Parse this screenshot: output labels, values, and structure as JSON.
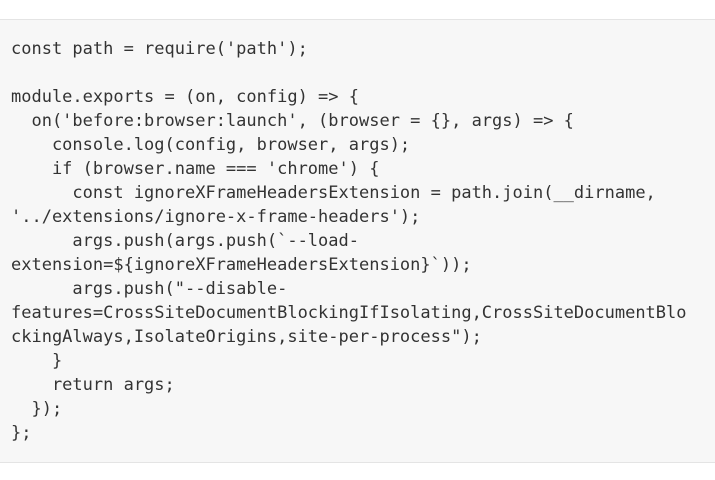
{
  "colors": {
    "page_background": "#ffffff",
    "block_background": "#f7f7f7",
    "block_border": "#e4e4e4",
    "code_text": "#333333"
  },
  "code": {
    "lines": [
      "const path = require('path');",
      "",
      "module.exports = (on, config) => {",
      "  on('before:browser:launch', (browser = {}, args) => {",
      "    console.log(config, browser, args);",
      "    if (browser.name === 'chrome') {",
      "      const ignoreXFrameHeadersExtension = path.join(__dirname,",
      "'../extensions/ignore-x-frame-headers');",
      "      args.push(args.push(`--load-",
      "extension=${ignoreXFrameHeadersExtension}`));",
      "      args.push(\"--disable-",
      "features=CrossSiteDocumentBlockingIfIsolating,CrossSiteDocumentBlo",
      "ckingAlways,IsolateOrigins,site-per-process\");",
      "    }",
      "    return args;",
      "  });",
      "};"
    ]
  }
}
